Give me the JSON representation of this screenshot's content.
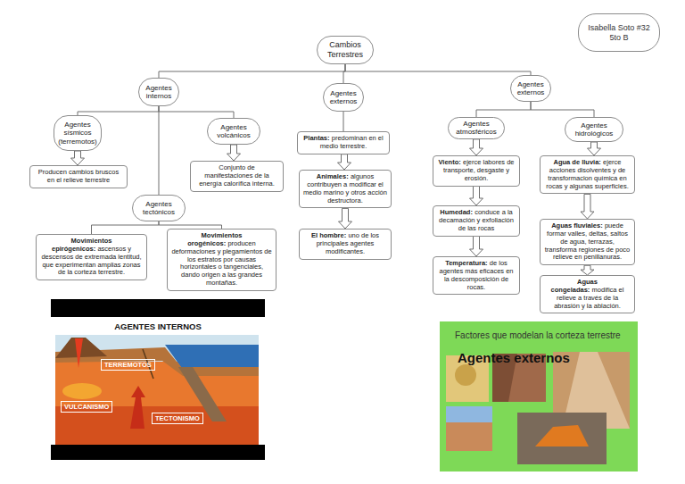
{
  "diagram": {
    "nodes": [
      {
        "text": [
          "Cambios Terrestres"
        ]
      },
      {
        "text": [
          "Agentes internos"
        ]
      },
      {
        "text": [
          "Agentes externos"
        ]
      },
      {
        "text": [
          "Agentes externos"
        ]
      },
      {
        "text": [
          "Agentes sísmicos (terremotos)"
        ]
      },
      {
        "text": [
          "Agentes volcánicos"
        ]
      },
      {
        "text": [
          "Plantas:",
          "predominan en el medio terrestre."
        ]
      },
      {
        "text": [
          "Animales:",
          "algunos contribuyen a modificar el medio marino y otros acción destructora."
        ]
      },
      {
        "text": [
          "El hombre:",
          "uno de los principales agentes modificantes."
        ]
      },
      {
        "text": [
          "Agentes atmosféricos"
        ]
      },
      {
        "text": [
          "Agentes hidrológicos"
        ]
      },
      {
        "text": [
          "Producen cambios bruscos en el relieve terrestre"
        ]
      },
      {
        "text": [
          "Conjunto de manifestaciones de la energía calorífica interna."
        ]
      },
      {
        "text": [
          "Viento:",
          "ejerce labores de transporte, desgaste y erosión."
        ]
      },
      {
        "text": [
          "Agua de lluvia:",
          "ejerce acciones disolventes y de transformacion química en rocas y algunas superficies."
        ]
      },
      {
        "text": [
          "Agentes tectónicos"
        ]
      },
      {
        "text": [
          "Humedad:",
          "conduce a la decamación y exfoliación de las rocas"
        ]
      },
      {
        "text": [
          "Aguas fluviales:",
          "puede formar valles, deltas, saltos de agua, terrazas, transforma regiones de poco relieve en penillanuras."
        ]
      },
      {
        "text": [
          "Movimientos epirógenicos:",
          "ascensos y descensos de extremada lentitud, que experimentan amplias zonas de la corteza terrestre."
        ]
      },
      {
        "text": [
          "Movimientos orogénicos:",
          "producen deformaciones y plegamientos de los estratos por causas horizontales o tangenciales, dando origen a las grandes montañas."
        ]
      },
      {
        "text": [
          "Temperatura:",
          "de los agentes más eficaces en la descomposición de rocas."
        ]
      },
      {
        "text": [
          "Aguas congeladas:",
          "modifica el relieve a través de la abrasión y la ablación."
        ]
      },
      {
        "text": [
          "Isabella Soto #32 5to B"
        ]
      }
    ],
    "edges": [
      {
        "from": 0,
        "to": 1,
        "arrow": "none"
      },
      {
        "from": 0,
        "to": 2,
        "arrow": "none"
      },
      {
        "from": 0,
        "to": 3,
        "arrow": "none"
      },
      {
        "from": 1,
        "to": 4,
        "arrow": "none"
      },
      {
        "from": 1,
        "to": 5,
        "arrow": "none"
      },
      {
        "from": 1,
        "to": 15,
        "arrow": "none"
      },
      {
        "from": 4,
        "to": 11,
        "arrow": "to"
      },
      {
        "from": 5,
        "to": 12,
        "arrow": "to"
      },
      {
        "from": 15,
        "to": 18,
        "arrow": "none"
      },
      {
        "from": 15,
        "to": 19,
        "arrow": "none"
      },
      {
        "from": 2,
        "to": 6,
        "arrow": "none"
      },
      {
        "from": 6,
        "to": 7,
        "arrow": "to"
      },
      {
        "from": 7,
        "to": 8,
        "arrow": "to"
      },
      {
        "from": 3,
        "to": 9,
        "arrow": "none"
      },
      {
        "from": 3,
        "to": 10,
        "arrow": "none"
      },
      {
        "from": 9,
        "to": 13,
        "arrow": "to"
      },
      {
        "from": 13,
        "to": 16,
        "arrow": "to"
      },
      {
        "from": 16,
        "to": 20,
        "arrow": "to"
      },
      {
        "from": 10,
        "to": 14,
        "arrow": "to"
      },
      {
        "from": 14,
        "to": 17,
        "arrow": "to"
      },
      {
        "from": 17,
        "to": 21,
        "arrow": "to"
      }
    ],
    "labels": [
      "AGENTES INTERNOS",
      "TERREMOTOS",
      "VULCANISMO",
      "TECTONISMO",
      "Factores que modelan la corteza terrestre",
      "Agentes externos"
    ]
  }
}
